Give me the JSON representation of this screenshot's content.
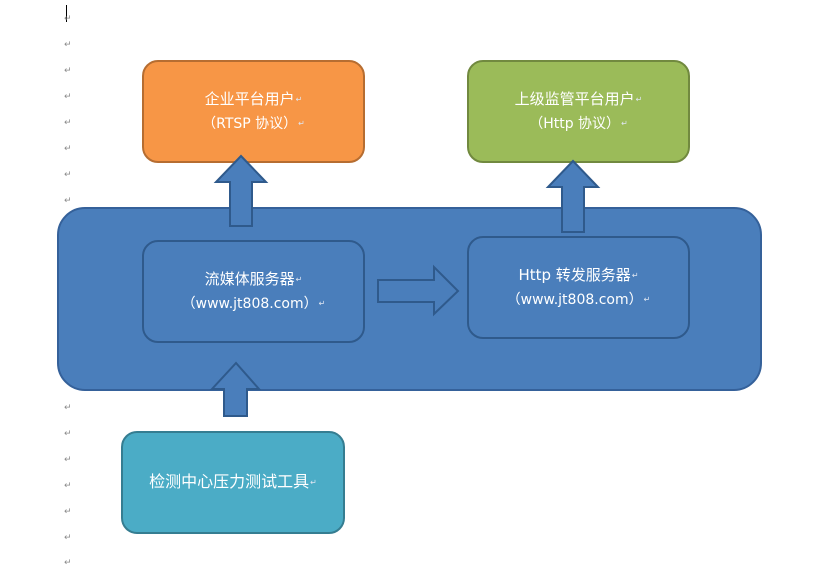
{
  "colors": {
    "container": "#4a7ebb",
    "enterprise": "#f79646",
    "supervisor": "#9bbb59",
    "server": "#4a7ebb",
    "test_tool": "#4bacc6"
  },
  "paragraph_mark": "↵",
  "boxes": {
    "enterprise_user": {
      "line1": "企业平台用户",
      "line2": "（RTSP 协议）"
    },
    "supervisor_user": {
      "line1": "上级监管平台用户",
      "line2": "（Http 协议）"
    },
    "streaming_server": {
      "line1": "流媒体服务器",
      "line2": "（www.jt808.com）"
    },
    "http_server": {
      "line1": "Http 转发服务器",
      "line2": "（www.jt808.com）"
    },
    "test_tool": {
      "line1": "检测中心压力测试工具"
    }
  }
}
